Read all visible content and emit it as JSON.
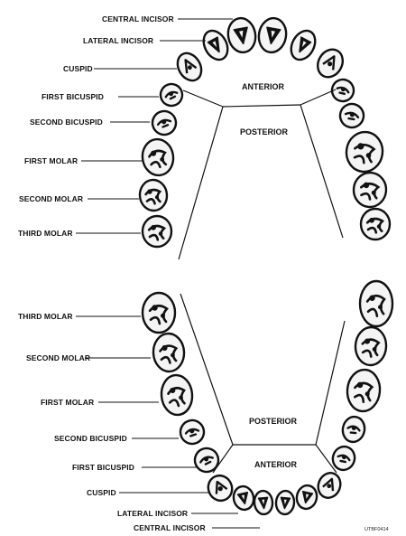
{
  "upper_arch": {
    "labels": [
      "CENTRAL INCISOR",
      "LATERAL INCISOR",
      "CUSPID",
      "FIRST BICUSPID",
      "SECOND BICUSPID",
      "FIRST MOLAR",
      "SECOND MOLAR",
      "THIRD MOLAR"
    ],
    "anterior": "ANTERIOR",
    "posterior": "POSTERIOR"
  },
  "lower_arch": {
    "labels": [
      "THIRD MOLAR",
      "SECOND MOLAR",
      "FIRST MOLAR",
      "SECOND BICUSPID",
      "FIRST BICUSPID",
      "CUSPID",
      "LATERAL INCISOR",
      "CENTRAL INCISOR"
    ],
    "anterior": "ANTERIOR",
    "posterior": "POSTERIOR"
  },
  "figure_code": "UTBF0414",
  "colors": {
    "ink": "#111111",
    "tooth_fill": "#f4f4f4",
    "background": "#ffffff"
  }
}
